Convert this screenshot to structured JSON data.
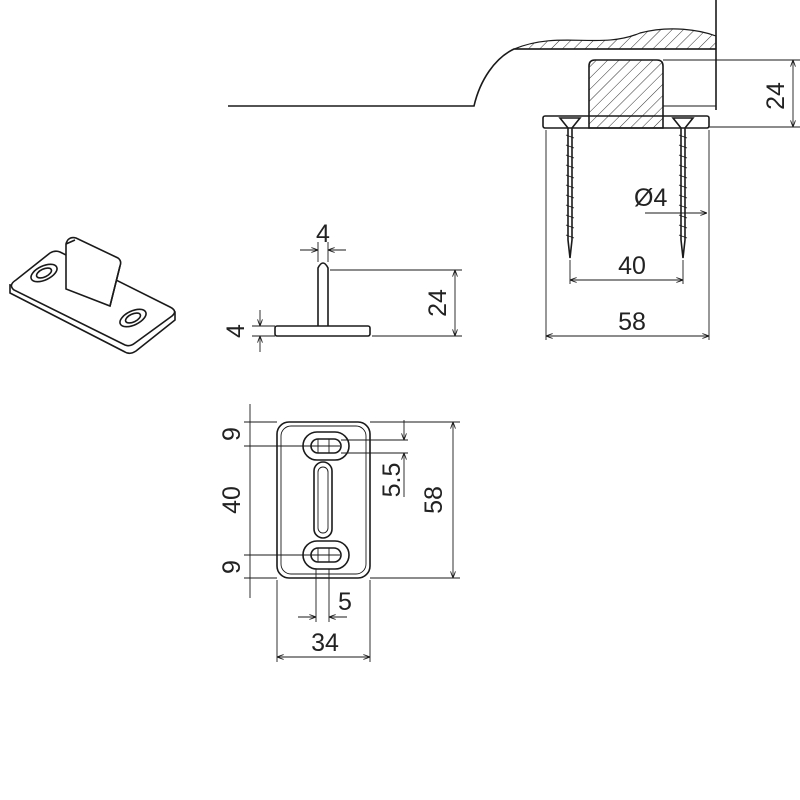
{
  "section_view": {
    "height_label": "24",
    "screw_diameter_label": "Ø4",
    "screw_spacing_label": "40",
    "plate_length_label": "58"
  },
  "side_view": {
    "pin_width_label": "4",
    "height_label": "24",
    "plate_thickness_label": "4"
  },
  "plan_view": {
    "top_margin_label": "9",
    "slot_spacing_label": "40",
    "bottom_margin_label": "9",
    "slot_length_label": "5.5",
    "length_label": "58",
    "slot_width_label": "5",
    "width_label": "34"
  },
  "colors": {
    "line": "#1a1a1a",
    "background": "#ffffff"
  }
}
